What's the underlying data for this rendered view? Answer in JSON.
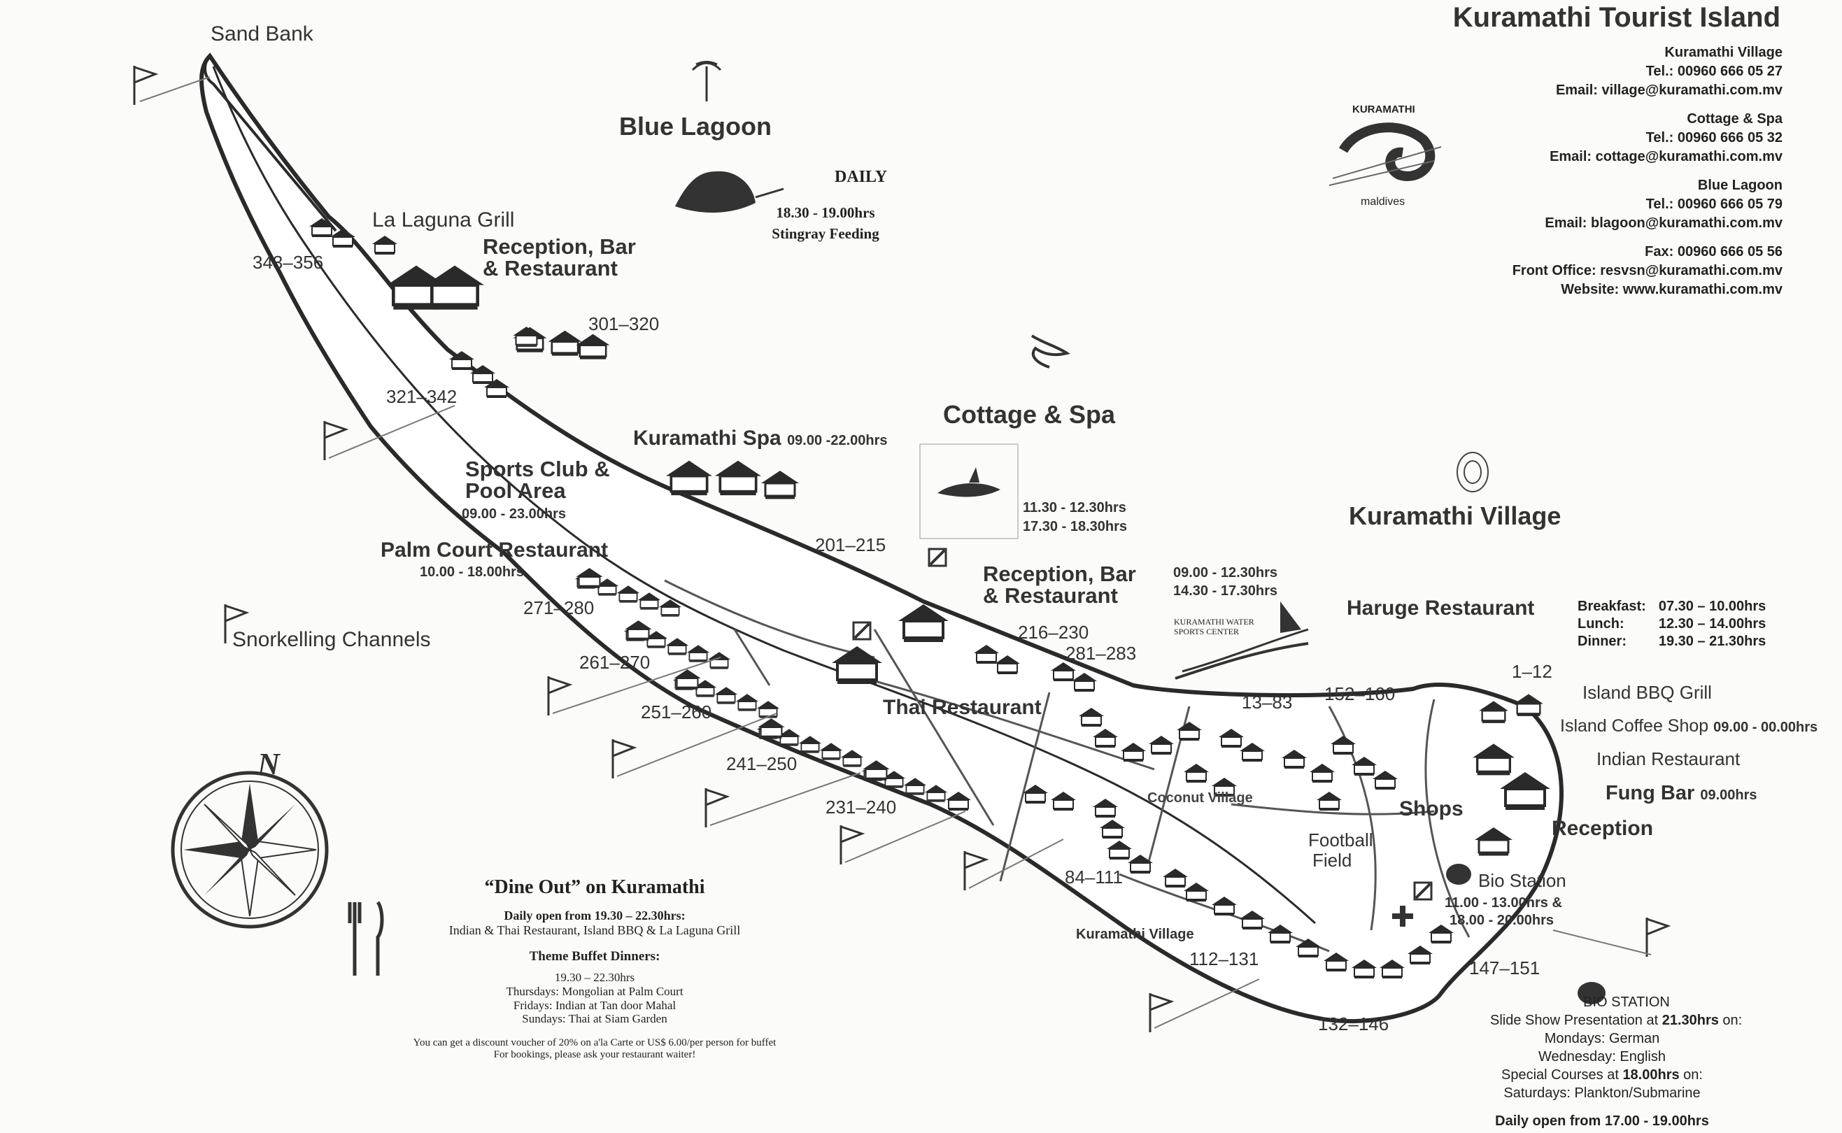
{
  "header": {
    "title": "Kuramathi Tourist Island",
    "logo_text": "KURAMATHI",
    "logo_sub": "maldives"
  },
  "contacts": [
    {
      "name": "Kuramathi Village",
      "tel": "Tel.: 00960 666 05 27",
      "email": "Email: village@kuramathi.com.mv"
    },
    {
      "name": "Cottage & Spa",
      "tel": "Tel.: 00960 666 05 32",
      "email": "Email: cottage@kuramathi.com.mv"
    },
    {
      "name": "Blue Lagoon",
      "tel": "Tel.: 00960 666 05 79",
      "email": "Email: blagoon@kuramathi.com.mv"
    }
  ],
  "general_contacts": {
    "fax": "Fax: 00960 666 05 56",
    "front_office": "Front Office: resvsn@kuramathi.com.mv",
    "website": "Website: www.kuramathi.com.mv"
  },
  "sections": {
    "blue_lagoon": "Blue Lagoon",
    "cottage_spa": "Cottage & Spa",
    "kuramathi_village": "Kuramathi Village"
  },
  "stingray": {
    "daily": "DAILY",
    "time": "18.30 - 19.00hrs",
    "label": "Stingray Feeding"
  },
  "places": {
    "sand_bank": "Sand Bank",
    "la_laguna": "La Laguna Grill",
    "reception_bar_1": "Reception, Bar",
    "reception_bar_1b": "& Restaurant",
    "kuramathi_spa": "Kuramathi Spa",
    "kuramathi_spa_hours": "09.00 -22.00hrs",
    "sports_club": "Sports Club &",
    "sports_club_b": "Pool Area",
    "sports_club_hours": "09.00 - 23.00hrs",
    "palm_court": "Palm Court Restaurant",
    "palm_court_hours": "10.00 - 18.00hrs",
    "snorkelling": "Snorkelling Channels",
    "diving_hours_1": "11.30 - 12.30hrs",
    "diving_hours_2": "17.30 - 18.30hrs",
    "reception_bar_2": "Reception, Bar",
    "reception_bar_2b": "& Restaurant",
    "water_sports_hours_1": "09.00 - 12.30hrs",
    "water_sports_hours_2": "14.30 - 17.30hrs",
    "water_sports_label": "KURAMATHI WATER SPORTS CENTER",
    "thai_restaurant": "Thai Restaurant",
    "haruge": "Haruge Restaurant",
    "island_bbq": "Island BBQ Grill",
    "coffee_shop": "Island Coffee Shop",
    "coffee_shop_hours": "09.00 - 00.00hrs",
    "indian": "Indian Restaurant",
    "fung_bar": "Fung Bar",
    "fung_bar_hours": "09.00hrs",
    "reception_3": "Reception",
    "shops": "Shops",
    "coconut_village": "Coconut Village",
    "football": "Football",
    "football_b": "Field",
    "bio_station": "Bio Station",
    "bio_hours_1": "11.00 - 13.00hrs &",
    "bio_hours_2": "18.00 - 20.00hrs",
    "kuramathi_village_lbl": "Kuramathi Village"
  },
  "room_numbers": {
    "r343": "343–356",
    "r301": "301–320",
    "r321": "321–342",
    "r201": "201–215",
    "r271": "271–280",
    "r261": "261–270",
    "r251": "251–260",
    "r241": "241–250",
    "r231": "231–240",
    "r216": "216–230",
    "r281": "281–283",
    "r13": "13–83",
    "r152": "152–160",
    "r1": "1–12",
    "r84": "84–111",
    "r112": "112–131",
    "r132": "132–146",
    "r147": "147–151"
  },
  "meals": {
    "breakfast_label": "Breakfast:",
    "breakfast": "07.30 – 10.00hrs",
    "lunch_label": "Lunch:",
    "lunch": "12.30 – 14.00hrs",
    "dinner_label": "Dinner:",
    "dinner": "19.30 – 21.30hrs"
  },
  "compass": {
    "north": "N"
  },
  "dine_out": {
    "title": "“Dine Out” on Kuramathi",
    "daily": "Daily open from 19.30 – 22.30hrs:",
    "venues": "Indian & Thai Restaurant, Island BBQ & La Laguna Grill",
    "theme_title": "Theme Buffet Dinners:",
    "theme_time": "19.30 – 22.30hrs",
    "thursdays": "Thursdays: Mongolian at Palm Court",
    "fridays": "Fridays: Indian at Tan door Mahal",
    "sundays": "Sundays: Thai at Siam Garden",
    "discount": "You can get a discount voucher of 20% on a'la Carte or US$ 6.00/per person for buffet",
    "bookings": "For bookings, please ask your restaurant waiter!"
  },
  "bio_info": {
    "title": "BIO STATION",
    "slide_pre": "Slide Show Presentation at ",
    "slide_time": "21.30hrs",
    "slide_post": " on:",
    "mondays": "Mondays: German",
    "wednesday": "Wednesday: English",
    "special_pre": "Special Courses at ",
    "special_time": "18.00hrs",
    "special_post": " on:",
    "saturdays": "Saturdays: Plankton/Submarine",
    "daily_open": "Daily open from 17.00 - 19.00hrs"
  },
  "colors": {
    "ink": "#2a2a2a",
    "paper": "#fbfbf9"
  }
}
